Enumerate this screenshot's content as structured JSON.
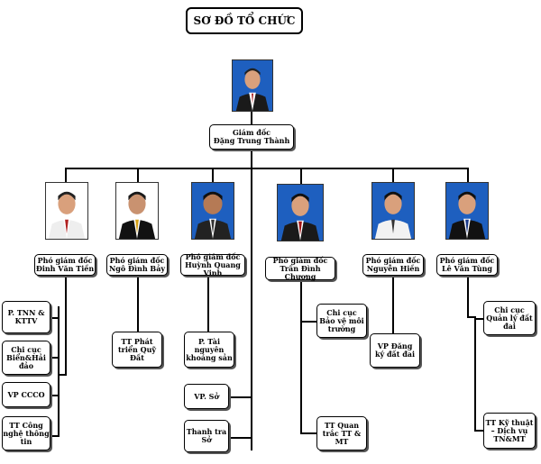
{
  "title": "SƠ ĐỒ TỔ CHỨC",
  "director": {
    "role": "Giám đốc",
    "name": "Đặng Trung Thành"
  },
  "deputies": [
    {
      "role": "Phó giám đốc",
      "name": "Đinh Văn Tiền"
    },
    {
      "role": "Phó giám đốc",
      "name": "Ngô Đình Bảy"
    },
    {
      "role": "Phó giám đốc",
      "name": "Huỳnh Quang Vinh"
    },
    {
      "role": "Phó giám đốc",
      "name": "Trần Đình Chương"
    },
    {
      "role": "Phó giám đốc",
      "name": "Nguyễn Hiền"
    },
    {
      "role": "Phó giám đốc",
      "name": "Lê Văn Tùng"
    }
  ],
  "units": {
    "tnn_kttv": "P. TNN &\nKTTV",
    "chi_cuc_bien": "Chi cục\nBiển&Hải\nđảo",
    "vp_ccco": "VP CCCO",
    "tt_cong_nghe": "TT Công\nnghệ thông\ntin",
    "tt_phat_trien": "TT Phát\ntriển Quỹ\nĐất",
    "p_tai_nguyen": "P. Tài\nnguyên\nkhoáng sản",
    "vp_so": "VP. Sở",
    "thanh_tra": "Thanh tra\nSở",
    "chi_cuc_bvmt": "Chi cục\nBảo vệ môi\ntrường",
    "tt_quan_trac": "TT Quan\ntrắc TT &\nMT",
    "vp_dang_ky": "VP Đăng\nký  đất đai",
    "chi_cuc_qldd": "Chi cục\nQuản lý đất\nđai",
    "tt_ky_thuat": "TT Kỹ thuật\n– Dịch vụ\nTN&MT"
  },
  "colors": {
    "photo_bg": "#1e5fbf",
    "white_bg": "#ffffff",
    "line": "#000000"
  }
}
